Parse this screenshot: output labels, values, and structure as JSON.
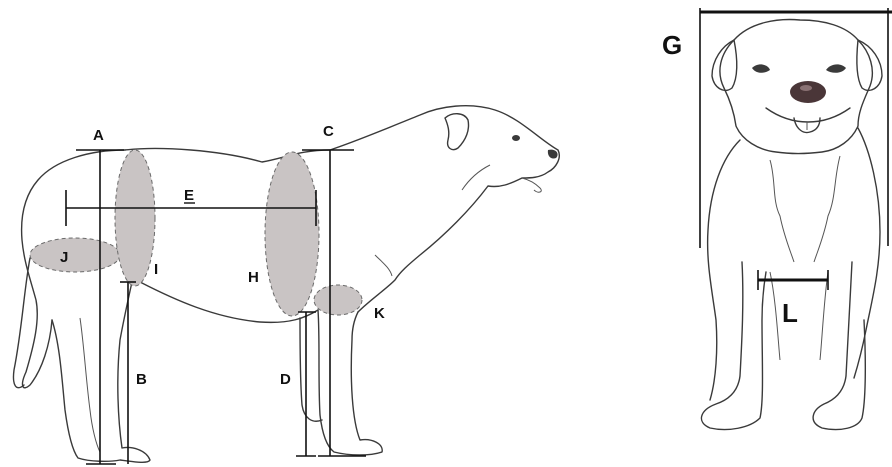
{
  "side_view": {
    "labels": {
      "A": "A",
      "B": "B",
      "C": "C",
      "D": "D",
      "E": "E",
      "H": "H",
      "I": "I",
      "J": "J",
      "K": "K"
    },
    "colors": {
      "shade": "#c9c4c4",
      "line": "#111111",
      "outline": "#3a3a3a"
    }
  },
  "front_view": {
    "labels": {
      "G": "G",
      "L": "L"
    }
  }
}
